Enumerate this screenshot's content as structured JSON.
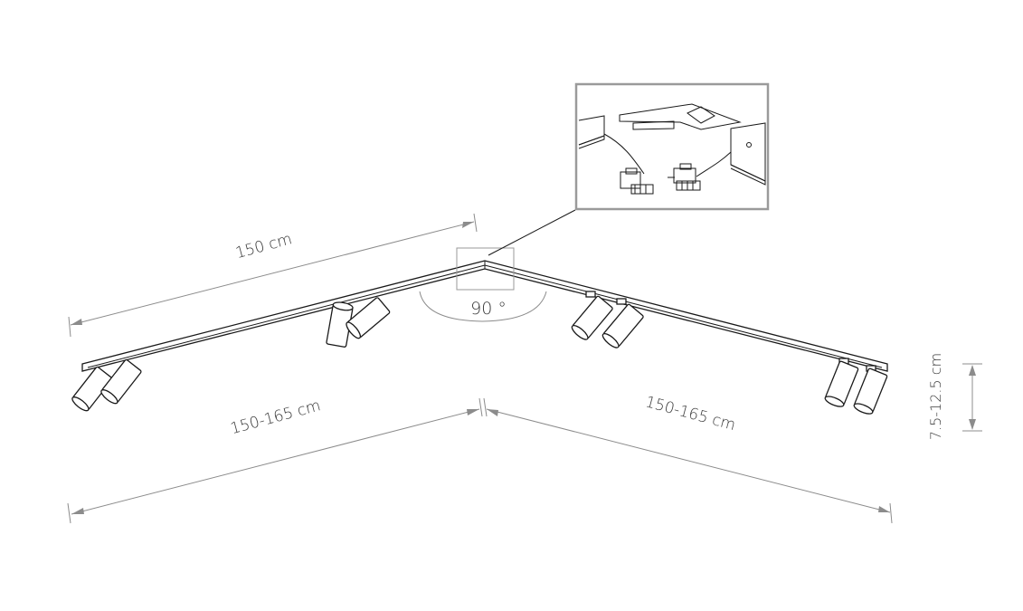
{
  "dimensions": {
    "arm_length": "150 cm",
    "left_span": "150-165 cm",
    "right_span": "150-165 cm",
    "height": "7.5-12.5 cm",
    "angle": "90 °"
  },
  "colors": {
    "line": "#1a1a1a",
    "dimension": "#8c8c8c",
    "frame": "#9a9a9a"
  },
  "icons": {
    "connector": "connector-detail-icon",
    "spotlight": "spotlight-icon"
  }
}
